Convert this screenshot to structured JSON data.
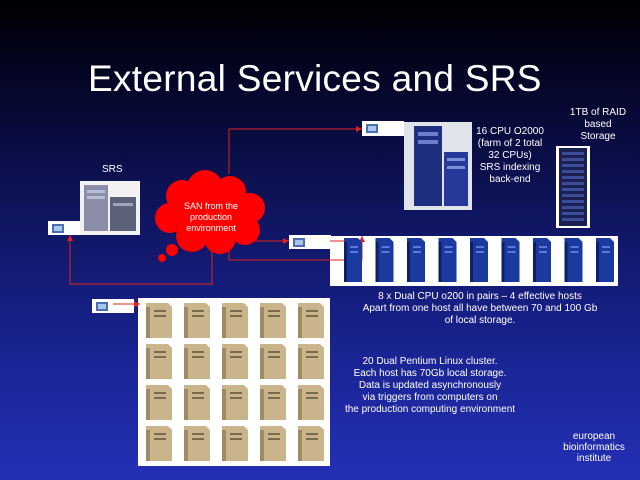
{
  "slide": {
    "title": "External Services and SRS"
  },
  "labels": {
    "srs": "SRS",
    "san_cloud": [
      "SAN from the",
      "production",
      "environment"
    ],
    "cpu_o2000": [
      "16 CPU O2000",
      "(farm of 2 total",
      "32 CPUs)",
      "SRS indexing",
      "back-end"
    ],
    "raid": [
      "1TB of RAID",
      "based",
      "Storage"
    ],
    "o200_farm": [
      "8 x Dual CPU o200 in pairs – 4 effective hosts",
      "Apart from one host all have between 70 and 100 Gb",
      "of local storage."
    ],
    "linux_cluster": [
      "20 Dual Pentium Linux cluster.",
      "Each host has 70Gb local storage.",
      "Data is updated asynchronously",
      "via triggers from computers on",
      "the production computing environment"
    ],
    "institute": [
      "european",
      "bioinformatics",
      "institute"
    ]
  },
  "colors": {
    "link_line": "#e02020",
    "cloud_fill": "#ff0000",
    "server_blue": "#1b3aa0",
    "pc_beige": "#c9b48c"
  },
  "icons": {
    "network_switch": "switch-icon",
    "cloud": "cloud-shape",
    "tower_server": "blue-server-icon",
    "linux_pc": "beige-pc-icon"
  }
}
